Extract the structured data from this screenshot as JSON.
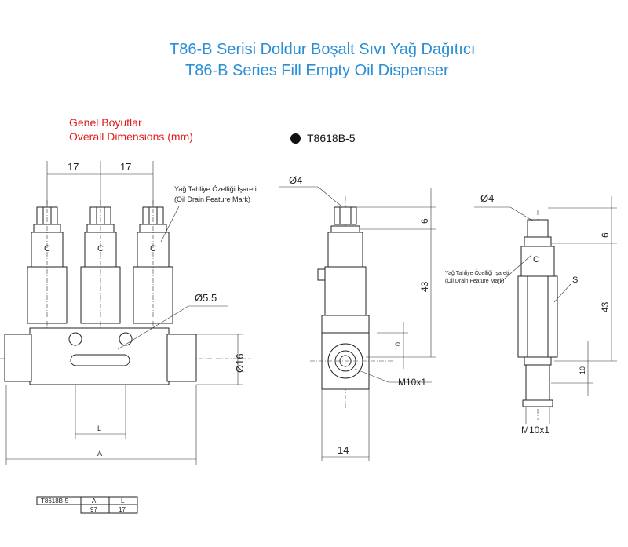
{
  "title": {
    "tr": "T86-B Serisi Doldur Boşalt Sıvı Yağ Dağıtıcı",
    "en": "T86-B Series Fill Empty Oil Dispenser"
  },
  "section": {
    "tr": "Genel Boyutlar",
    "en": "Overall Dimensions (mm)"
  },
  "model_label": "T8618B-5",
  "front_view": {
    "pitch_1": "17",
    "pitch_2": "17",
    "mark_label_tr": "Yağ Tahliye Özelliği İşareti",
    "mark_label_en": "(Oil Drain Feature Mark)",
    "hole_dia": "Ø5.5",
    "body_dia": "Ø16",
    "dim_L": "L",
    "dim_A": "A",
    "valve_mark": "C"
  },
  "side_view": {
    "tip_dia": "Ø4",
    "dim_6": "6",
    "dim_43": "43",
    "dim_10": "10",
    "thread": "M10x1",
    "width": "14"
  },
  "single_view": {
    "tip_dia": "Ø4",
    "dim_6": "6",
    "dim_43": "43",
    "dim_10": "10",
    "thread": "M10x1",
    "mark_label_tr": "Yağ Tahliye Özelliği İşareti",
    "mark_label_en": "(Oil Drain Feature Mark)",
    "valve_mark": "C",
    "flat": "S"
  },
  "table": {
    "headers": [
      "T8618B-5",
      "A",
      "L"
    ],
    "values": [
      "97",
      "17"
    ]
  },
  "colors": {
    "title": "#2a8fd6",
    "section": "#e01b1b"
  }
}
